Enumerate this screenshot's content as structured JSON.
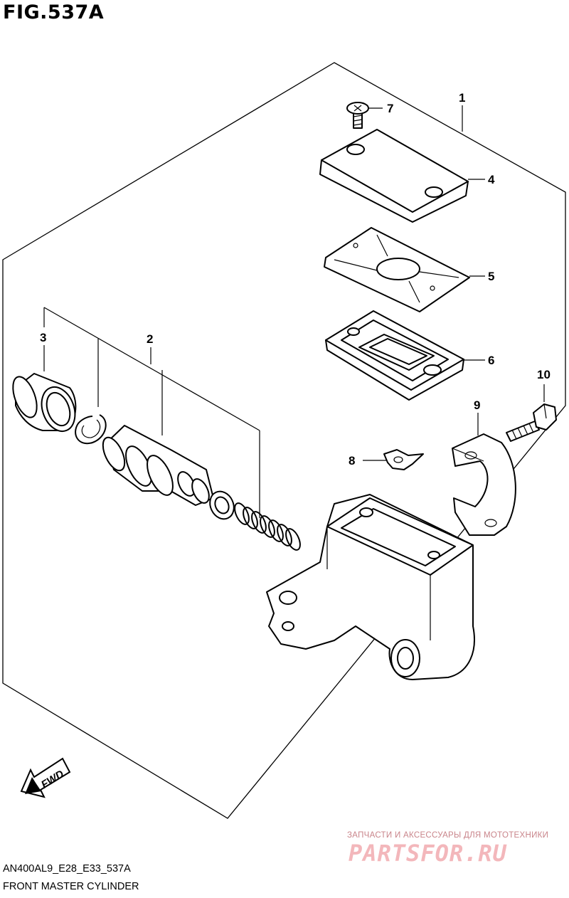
{
  "figure": {
    "title": "FIG.537A"
  },
  "callouts": [
    "1",
    "2",
    "3",
    "4",
    "5",
    "6",
    "7",
    "8",
    "9",
    "10"
  ],
  "fwd_arrow": {
    "label": "FWD"
  },
  "watermark": {
    "tagline": "ЗАПЧАСТИ И АКСЕССУАРЫ ДЛЯ МОТОТЕХНИКИ",
    "logo": "PARTSFOR.RU",
    "color": "#e8848c"
  },
  "footer": {
    "model_code": "AN400AL9_E28_E33_537A",
    "caption": "FRONT MASTER CYLINDER"
  }
}
